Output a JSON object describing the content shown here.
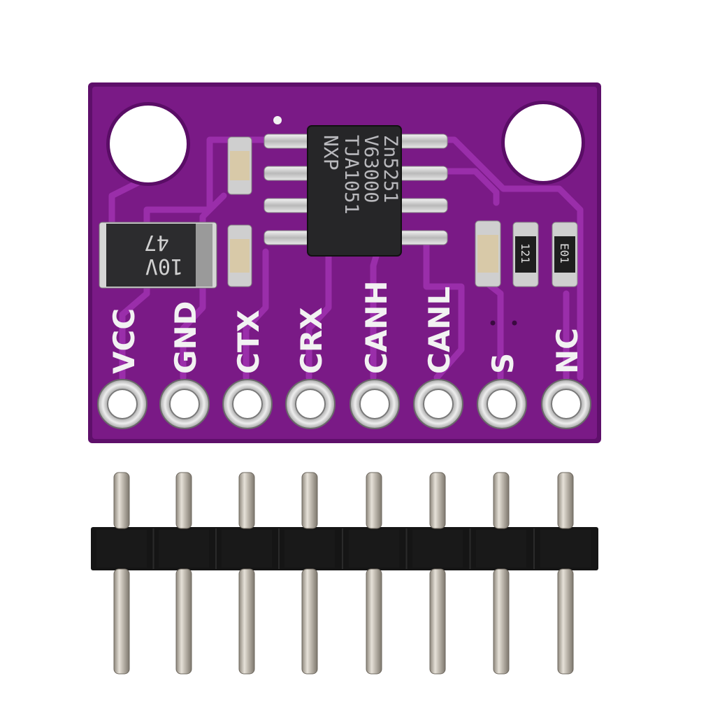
{
  "board": {
    "pcb_color": "#7a1a86",
    "pcb_dark": "#5e0f6a",
    "trace_color": "#9a2eaa",
    "silk_color": "#f2f2f2",
    "pin_labels": [
      "VCC",
      "GND",
      "CTX",
      "CRX",
      "CANH",
      "CANL",
      "S",
      "NC"
    ]
  },
  "chip": {
    "brand": "NXP",
    "line1": "TJA1051",
    "line2": "V63000",
    "line3": "Zn5251",
    "color": "#262628"
  },
  "capacitor": {
    "voltage": "10V",
    "value": "47"
  },
  "resistors": {
    "r1": "121",
    "r2": "E01"
  },
  "header": {
    "pin_count": 8,
    "pin_color": "#c9c4bb",
    "plastic_color": "#151515"
  }
}
